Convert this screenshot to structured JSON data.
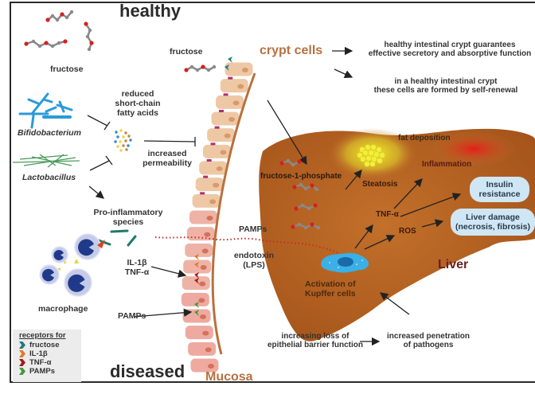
{
  "titles": {
    "healthy": "healthy",
    "diseased": "diseased",
    "crypt_cells": "crypt cells",
    "mucosa": "Mucosa",
    "liver": "Liver"
  },
  "left_panel": {
    "fructose_top": "fructose",
    "bifidobacterium": "Bifidobacterium",
    "lactobacillus": "Lactobacillus",
    "reduced_scfa": [
      "reduced",
      "short-chain",
      "fatty acids"
    ],
    "increased_permeability": [
      "increased",
      "permeability"
    ],
    "pro_inflammatory": [
      "Pro-inflammatory",
      "species"
    ],
    "cytokines": [
      "IL-1β",
      "TNF-α"
    ],
    "macrophage": "macrophage",
    "pamps_left": "PAMPs"
  },
  "mucosa": {
    "fructose_label": "fructose",
    "pamps": "PAMPs",
    "endotoxin": [
      "endotoxin",
      "(LPS)"
    ]
  },
  "crypt_notes": {
    "note1": [
      "healthy intestinal crypt guarantees",
      "effective secretory and absorptive function"
    ],
    "note2": [
      "in a healthy intestinal crypt",
      "these cells are formed by self-renewal"
    ]
  },
  "liver": {
    "fat_deposition": "fat deposition",
    "inflammation": "Inflammation",
    "fructose_1_phosphate": "fructose-1-phosphate",
    "steatosis": "Steatosis",
    "tnf_alpha": "TNF-α",
    "ros": "ROS",
    "kupffer": [
      "Activation of",
      "Kupffer cells"
    ],
    "insulin_resistance": [
      "Insulin",
      "resistance"
    ],
    "liver_damage": [
      "Liver damage",
      "(necrosis, fibrosis)"
    ]
  },
  "bottom": {
    "barrier_loss": [
      "increasing loss of",
      "epithelial barrier function"
    ],
    "pathogen_penetration": [
      "increased penetration",
      "of pathogens"
    ]
  },
  "legend": {
    "title": "receptors for",
    "items": [
      {
        "label": "fructose",
        "color": "#1f7a80"
      },
      {
        "label": "IL-1β",
        "color": "#e07a2a"
      },
      {
        "label": "TNF-α",
        "color": "#a01c1c"
      },
      {
        "label": "PAMPs",
        "color": "#3f9a3a"
      }
    ]
  },
  "colors": {
    "liver": "#b0601f",
    "mucosa_line": "#b8713f",
    "bubble": "#cfe6f5",
    "healthy_cells": "#eec8a5",
    "diseased_cells": "#eeaaa0",
    "pamps_dots": "#cc2a2a"
  }
}
